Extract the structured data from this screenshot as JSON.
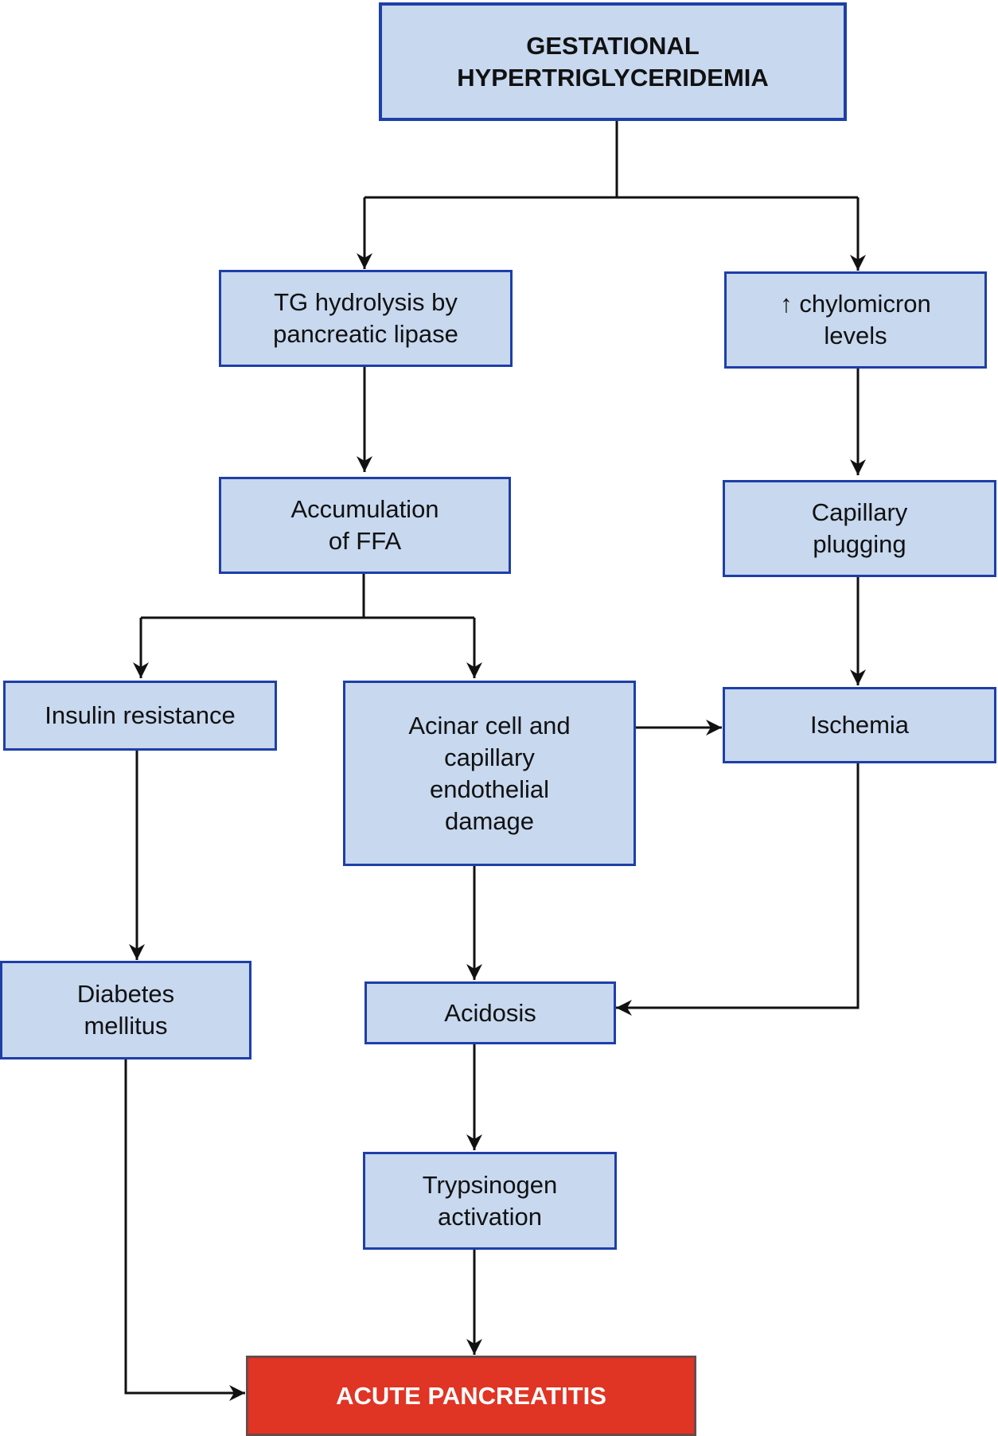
{
  "colors": {
    "box_fill": "#c7d8ef",
    "box_border": "#1e3fa8",
    "outcome_fill": "#e03424",
    "arrow": "#111111"
  },
  "nodes": {
    "gestational_htg": "GESTATIONAL\nHYPERTRIGLYCERIDEMIA",
    "tg_hydrolysis": "TG hydrolysis by\npancreatic lipase",
    "chylomicron": "↑ chylomicron\nlevels",
    "ffa": "Accumulation\nof FFA",
    "capillary_plugging": "Capillary\nplugging",
    "insulin_resistance": "Insulin resistance",
    "acinar_damage": "Acinar cell and\ncapillary\nendothelial\ndamage",
    "ischemia": "Ischemia",
    "diabetes": "Diabetes\nmellitus",
    "acidosis": "Acidosis",
    "trypsinogen": "Trypsinogen\nactivation",
    "acute_pancreatitis": "ACUTE PANCREATITIS"
  }
}
